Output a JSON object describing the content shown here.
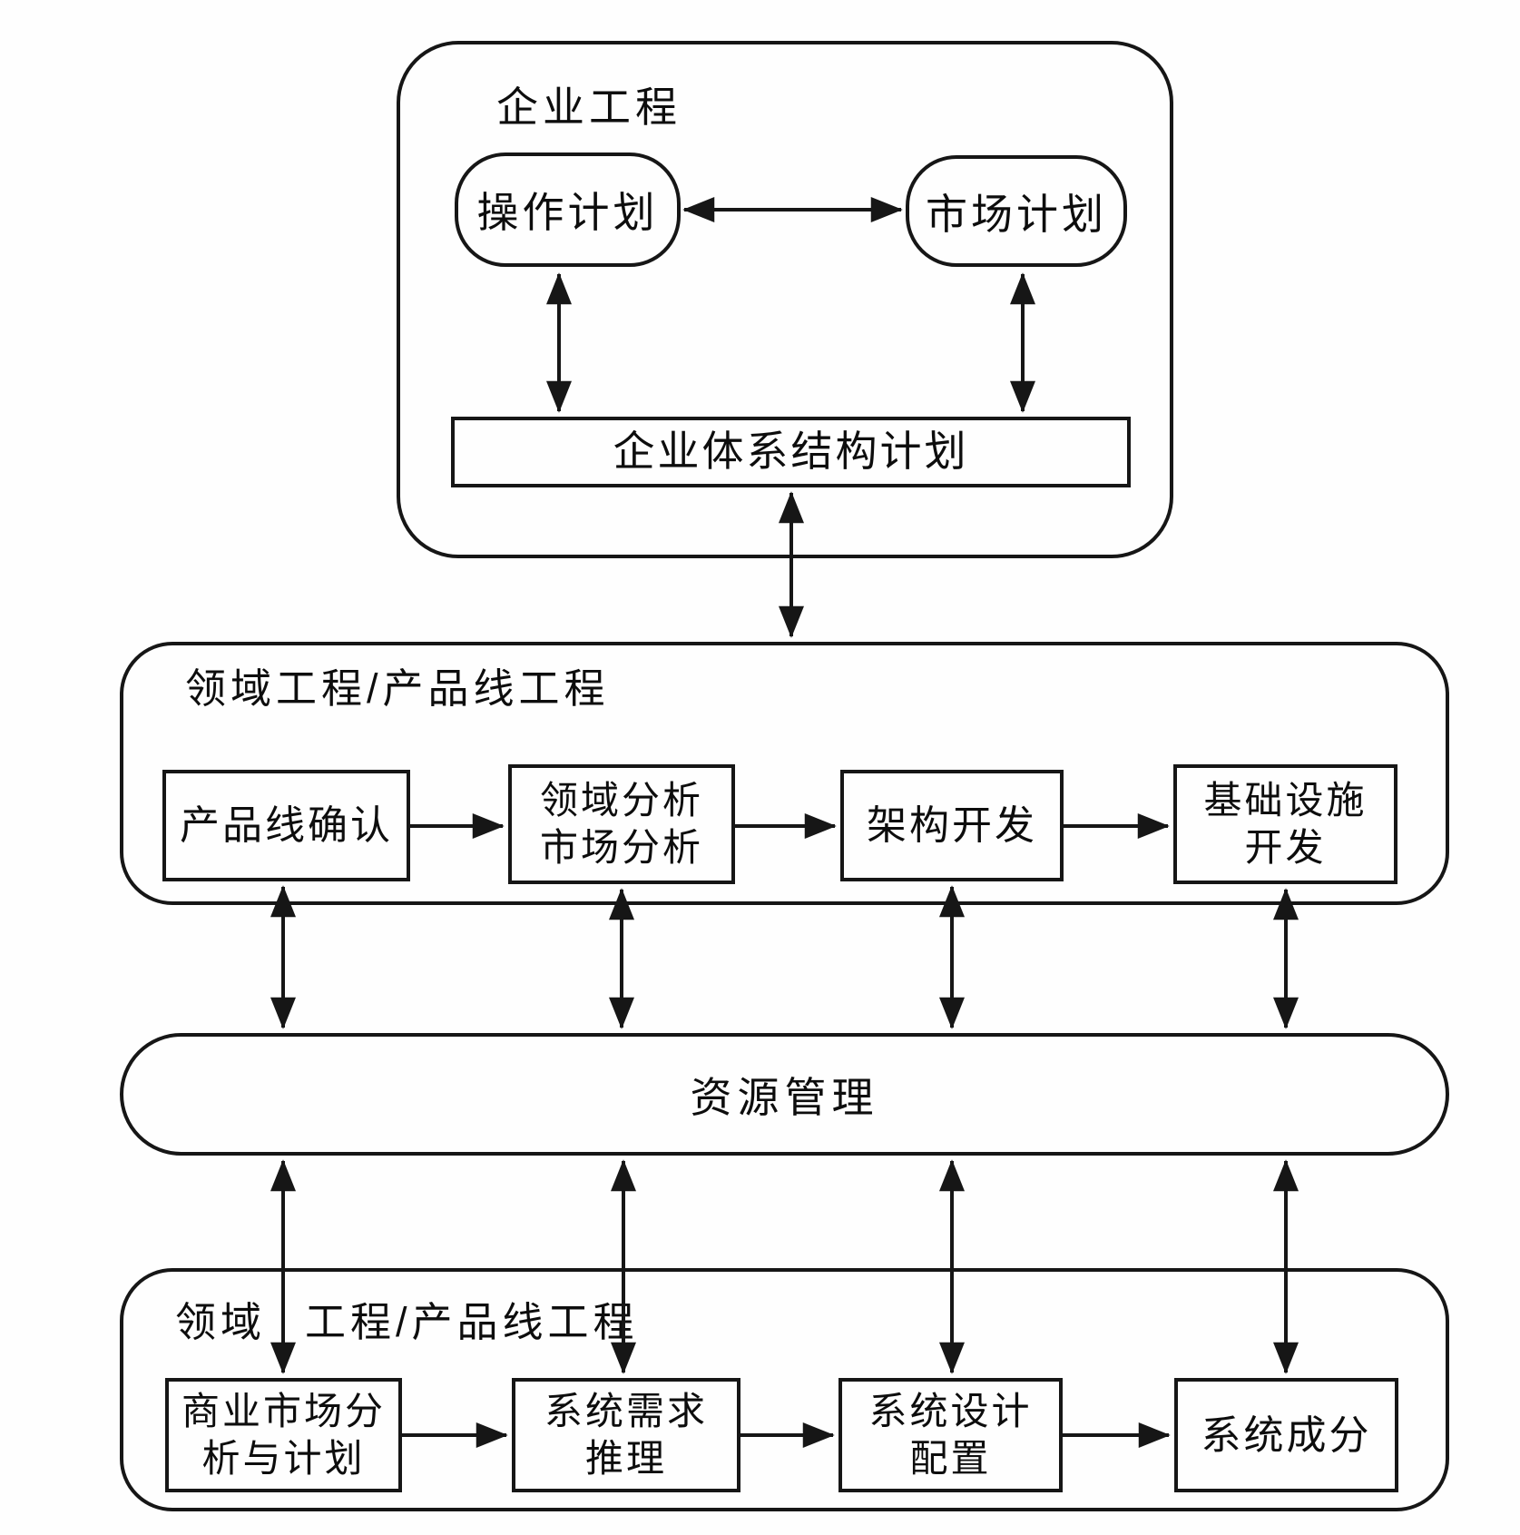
{
  "diagram": {
    "enterprise": {
      "title": "企业工程",
      "operation_plan": "操作计划",
      "market_plan": "市场计划",
      "architecture_plan": "企业体系结构计划"
    },
    "domain_engineering": {
      "title": "领域工程/产品线工程",
      "boxes": [
        "产品线确认",
        "领域分析\n市场分析",
        "架构开发",
        "基础设施\n开发"
      ]
    },
    "resource_management": {
      "title": "资源管理"
    },
    "application_engineering": {
      "title_left": "领域",
      "title_right": "工程/产品线工程",
      "boxes": [
        "商业市场分\n析与计划",
        "系统需求\n推理",
        "系统设计\n配置",
        "系统成分"
      ]
    },
    "colors": {
      "stroke": "#161616",
      "background": "#fefefe",
      "text": "#0d0d0d"
    }
  }
}
